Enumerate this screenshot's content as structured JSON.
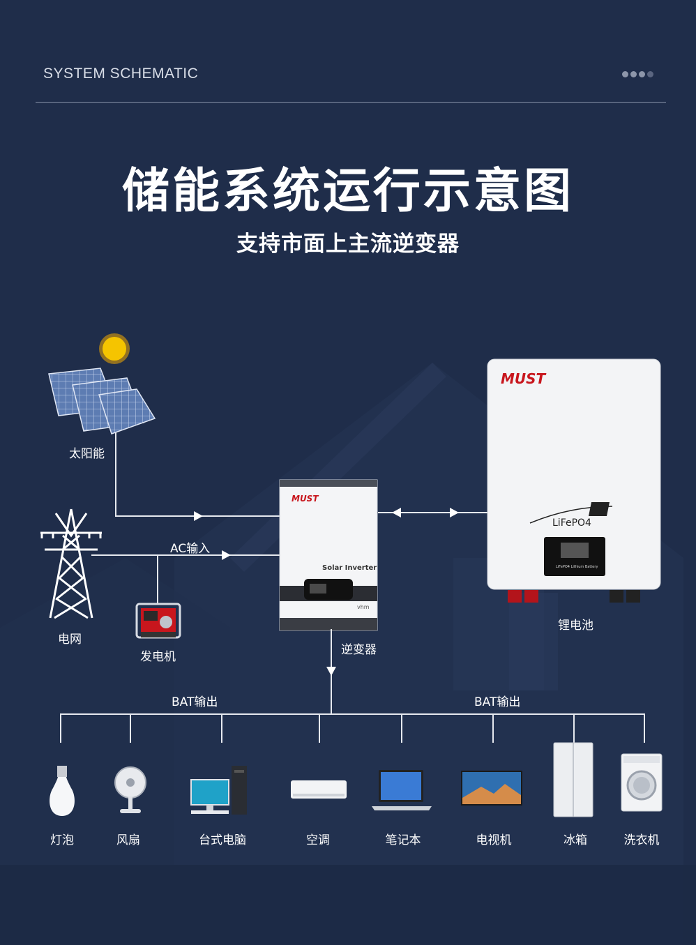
{
  "header": {
    "label": "SYSTEM SCHEMATIC"
  },
  "title": "储能系统运行示意图",
  "subtitle": "支持市面上主流逆变器",
  "sources": {
    "solar": "太阳能",
    "grid": "电网",
    "generator": "发电机",
    "ac_input": "AC输入"
  },
  "inverter": {
    "label": "逆变器",
    "brand": "MUST",
    "model": "Solar Inverter",
    "badge": "vhm"
  },
  "battery": {
    "label": "锂电池",
    "brand": "MUST",
    "chemistry": "LiFePO4",
    "panel_text": "LiFePO4 Lithium Battery"
  },
  "outputs": {
    "left_label": "BAT输出",
    "right_label": "BAT输出"
  },
  "appliances": [
    {
      "id": "bulb",
      "label": "灯泡"
    },
    {
      "id": "fan",
      "label": "风扇"
    },
    {
      "id": "desktop",
      "label": "台式电脑"
    },
    {
      "id": "ac",
      "label": "空调"
    },
    {
      "id": "laptop",
      "label": "笔记本"
    },
    {
      "id": "tv",
      "label": "电视机"
    },
    {
      "id": "fridge",
      "label": "冰箱"
    },
    {
      "id": "washer",
      "label": "洗衣机"
    }
  ],
  "colors": {
    "background": "#1f2d4a",
    "brand_red": "#c8161d",
    "sun": "#f5c400",
    "line": "#e6e9ef"
  }
}
